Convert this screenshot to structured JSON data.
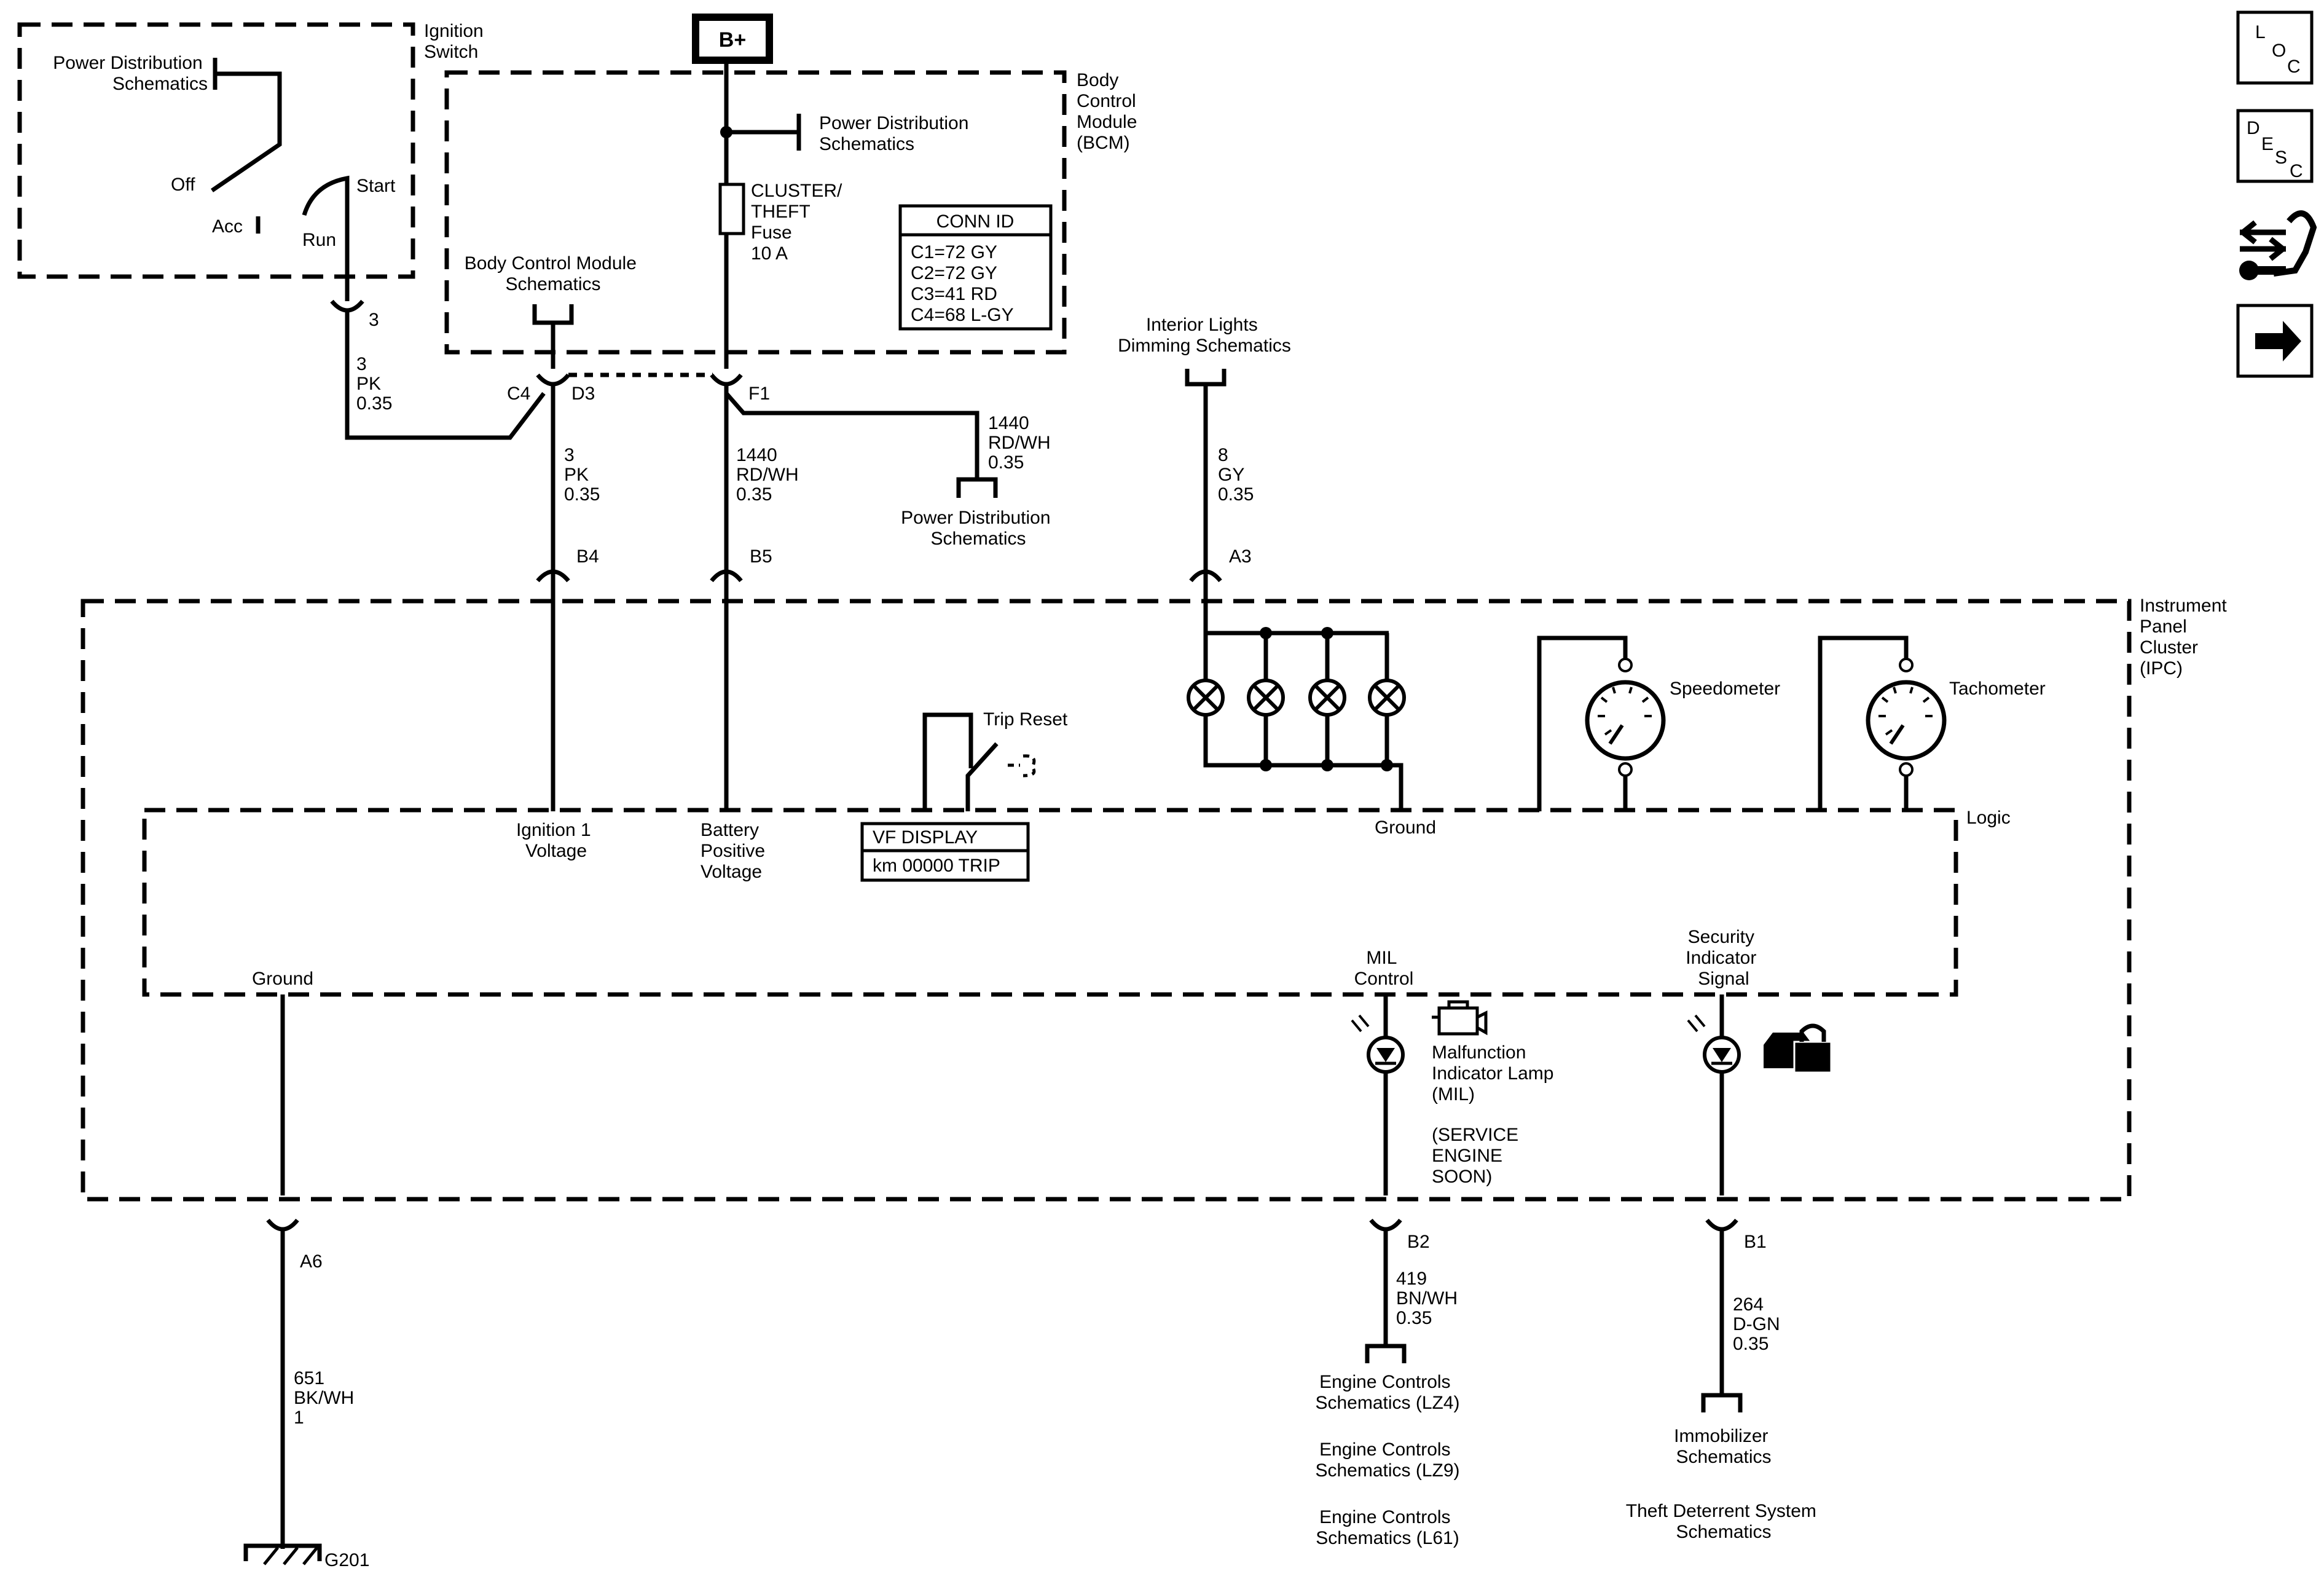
{
  "labels": {
    "ignition_switch": [
      "Ignition",
      "Switch"
    ],
    "power_dist_ign": [
      "Power Distribution",
      "Schematics"
    ],
    "off": "Off",
    "start": "Start",
    "acc": "Acc",
    "run": "Run",
    "b_plus": "B+",
    "power_dist_bcm": [
      "Power Distribution",
      "Schematics"
    ],
    "bcm_module": [
      "Body",
      "Control",
      "Module",
      "(BCM)"
    ],
    "fuse": [
      "CLUSTER/",
      "THEFT",
      "Fuse",
      "10 A"
    ],
    "conn_id_title": "CONN ID",
    "conn_id_rows": [
      "C1=72 GY",
      "C2=72 GY",
      "C3=41 RD",
      "C4=68 L-GY"
    ],
    "bcm_schematics": [
      "Body Control Module",
      "Schematics"
    ],
    "pin_3_top": "3",
    "wire_3pk_a": [
      "3",
      "PK",
      "0.35"
    ],
    "c4": "C4",
    "d3": "D3",
    "f1": "F1",
    "wire_3pk_b": [
      "3",
      "PK",
      "0.35"
    ],
    "wire_1440_a": [
      "1440",
      "RD/WH",
      "0.35"
    ],
    "wire_1440_b": [
      "1440",
      "RD/WH",
      "0.35"
    ],
    "power_dist_branch": [
      "Power Distribution",
      "Schematics"
    ],
    "interior_lights": [
      "Interior Lights",
      "Dimming Schematics"
    ],
    "wire_8gy": [
      "8",
      "GY",
      "0.35"
    ],
    "b4": "B4",
    "b5": "B5",
    "a3": "A3",
    "ipc": [
      "Instrument",
      "Panel",
      "Cluster",
      "(IPC)"
    ],
    "trip_reset": "Trip Reset",
    "speedometer": "Speedometer",
    "tachometer": "Tachometer",
    "logic": "Logic",
    "ignition1_voltage": [
      "Ignition 1",
      "Voltage"
    ],
    "battery_positive": [
      "Battery",
      "Positive",
      "Voltage"
    ],
    "vf_display": "VF DISPLAY",
    "km_trip": "km 00000 TRIP",
    "ground_upper": "Ground",
    "ground_lower": "Ground",
    "mil_control": [
      "MIL",
      "Control"
    ],
    "security_signal": [
      "Security",
      "Indicator",
      "Signal"
    ],
    "mil_lamp": [
      "Malfunction",
      "Indicator Lamp",
      "(MIL)"
    ],
    "service_engine": [
      "(SERVICE",
      "ENGINE",
      "SOON)"
    ],
    "a6": "A6",
    "b2": "B2",
    "b1": "B1",
    "wire_419": [
      "419",
      "BN/WH",
      "0.35"
    ],
    "wire_264": [
      "264",
      "D-GN",
      "0.35"
    ],
    "wire_651": [
      "651",
      "BK/WH",
      "1"
    ],
    "engine_lz4": [
      "Engine Controls",
      "Schematics (LZ4)"
    ],
    "engine_lz9": [
      "Engine Controls",
      "Schematics (LZ9)"
    ],
    "engine_l61": [
      "Engine Controls",
      "Schematics (L61)"
    ],
    "immobilizer": [
      "Immobilizer",
      "Schematics"
    ],
    "theft_deterrent": [
      "Theft Deterrent System",
      "Schematics"
    ],
    "g201": "G201"
  },
  "nav_icons": {
    "loc": "LOC",
    "desc": "DESC",
    "wrench_icon": "wrench-arrows-icon",
    "arrow_icon": "right-arrow-icon"
  }
}
